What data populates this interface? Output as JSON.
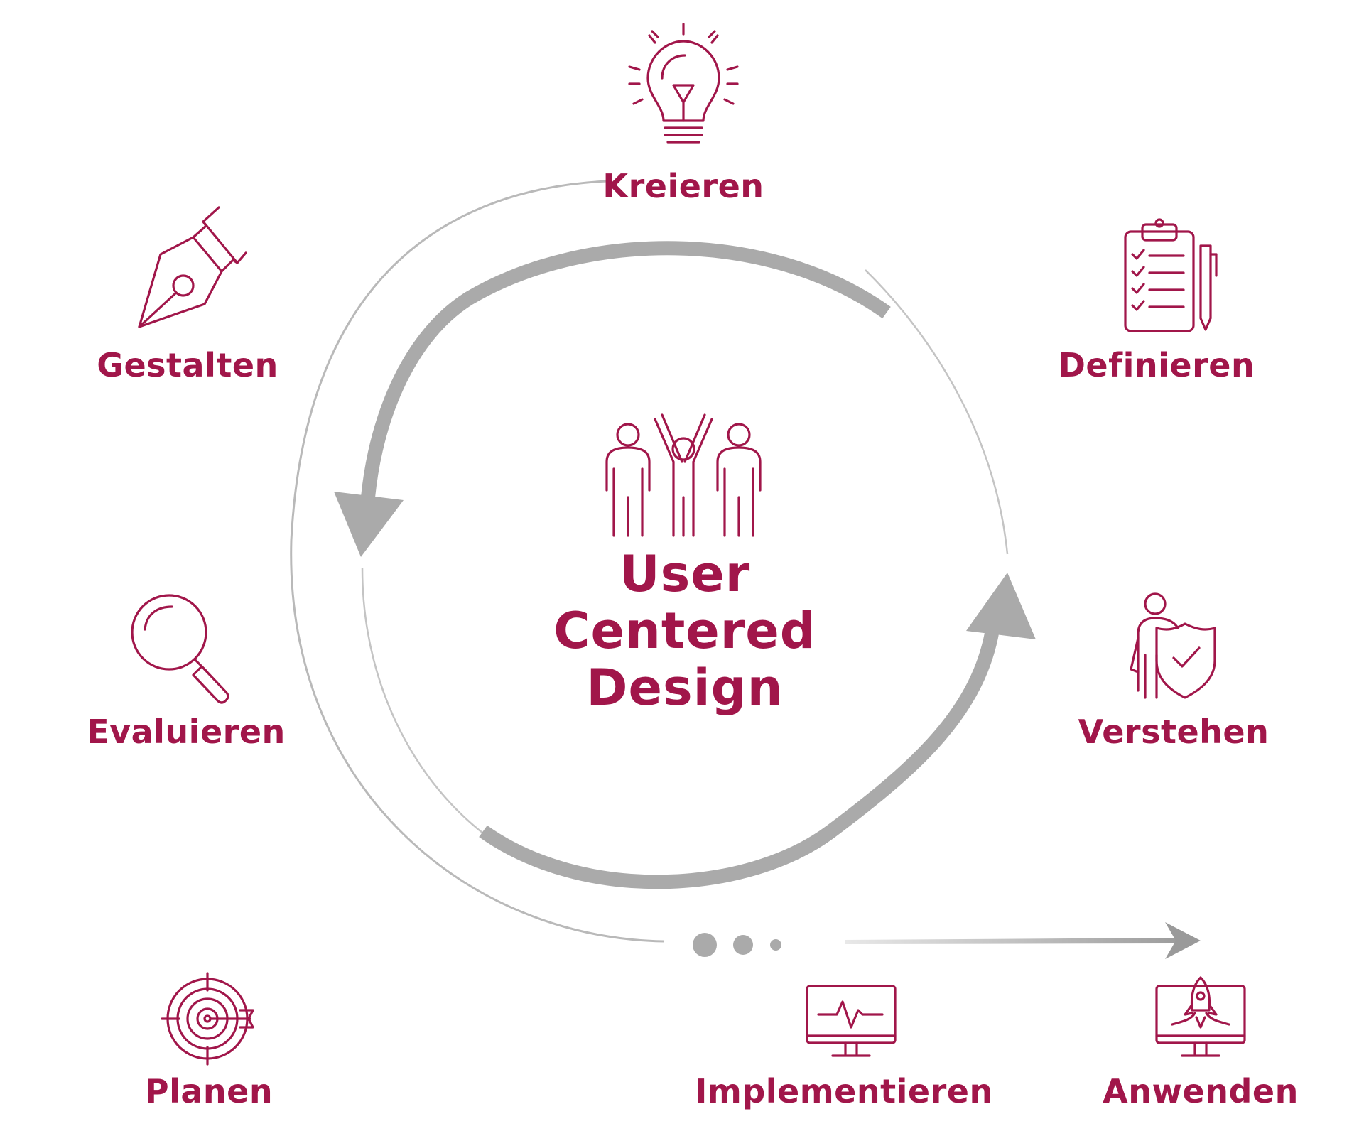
{
  "center": {
    "lines": [
      "User",
      "Centered",
      "Design"
    ]
  },
  "steps": {
    "kreieren": "Kreieren",
    "definieren": "Definieren",
    "verstehen": "Verstehen",
    "gestalten": "Gestalten",
    "evaluieren": "Evaluieren",
    "planen": "Planen",
    "implementieren": "Implementieren",
    "anwenden": "Anwenden"
  },
  "colors": {
    "accent": "#a1164a",
    "arrow": "#aaaaaa",
    "line": "#b8b8b8"
  },
  "icons": {
    "kreieren": "lightbulb-icon",
    "definieren": "clipboard-checklist-icon",
    "verstehen": "person-shield-icon",
    "gestalten": "pen-nib-icon",
    "evaluieren": "magnifier-icon",
    "planen": "target-icon",
    "implementieren": "monitor-pulse-icon",
    "anwenden": "monitor-rocket-icon",
    "center": "people-group-icon"
  }
}
